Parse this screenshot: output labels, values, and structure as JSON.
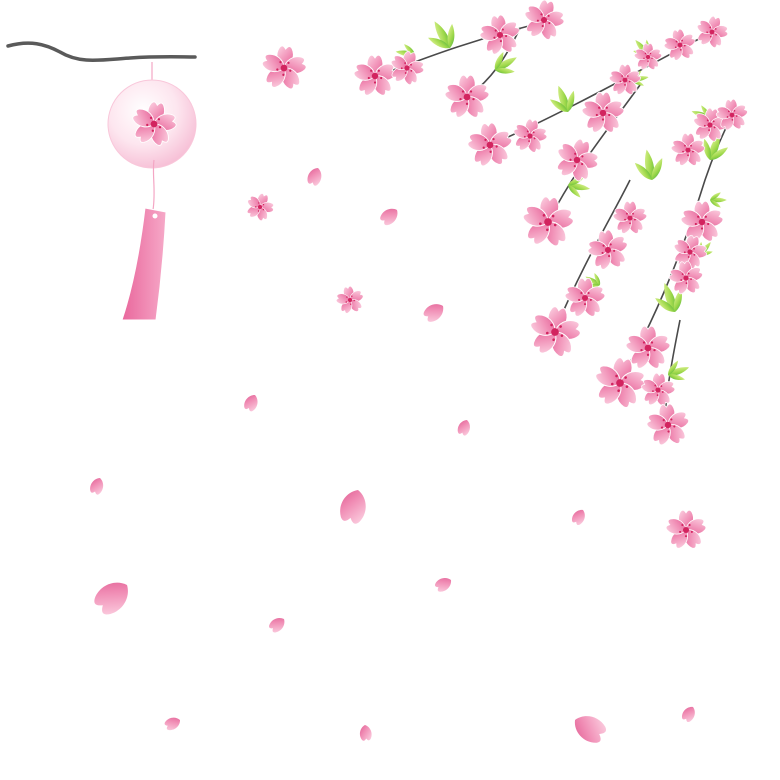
{
  "scene": {
    "background_color": "#ffffff",
    "petal_color": "#f08cb4",
    "petal_highlight": "#fcd3e3",
    "petal_shadow": "#e15d93",
    "flower_center_color": "#d2245f",
    "leaf_color": "#9ed84a",
    "leaf_light": "#e4f59a",
    "leaf_dark": "#56b441",
    "branch_color": "#4a4a4a",
    "wind_bell": {
      "globe_color": "#fbd5e4",
      "strip_color": "#ee7fac",
      "cord_color": "#f4a6c4"
    }
  },
  "elements": {
    "hanging_wire": "wire",
    "wind_chime": "furin-wind-chime",
    "cherry_branch": "blossoming-branch",
    "floating_blossoms": "cherry-blossom",
    "falling_petals": "sakura-petal"
  }
}
